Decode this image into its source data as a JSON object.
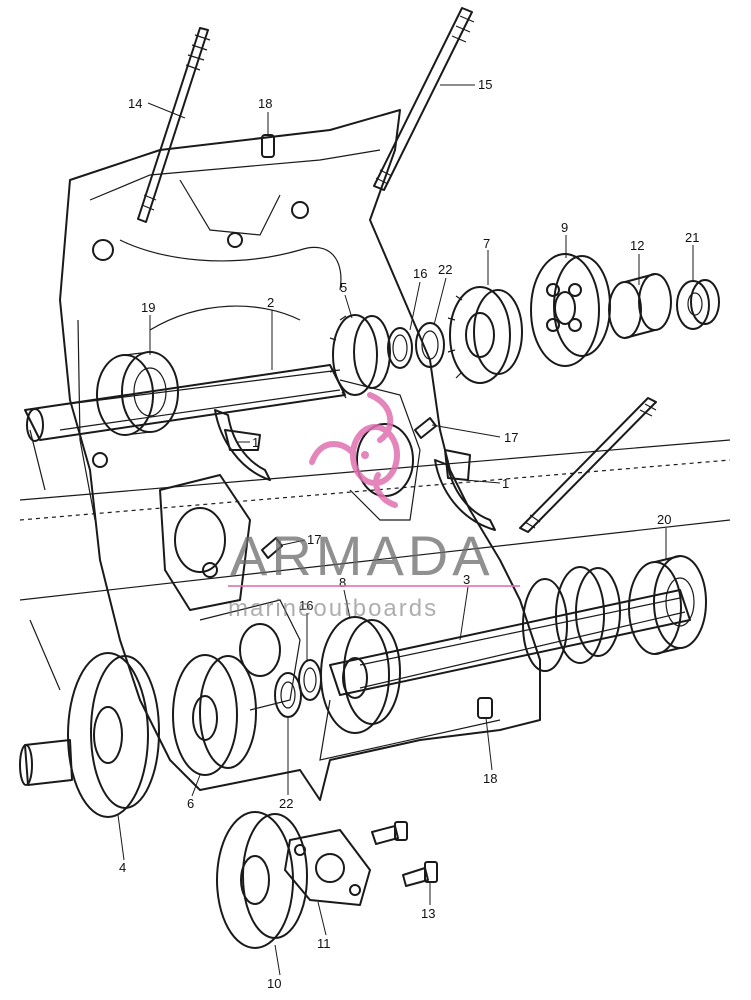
{
  "diagram": {
    "callouts": [
      {
        "id": "c14a",
        "text": "14"
      },
      {
        "id": "c18a",
        "text": "18"
      },
      {
        "id": "c15",
        "text": "15"
      },
      {
        "id": "c7",
        "text": "7"
      },
      {
        "id": "c9",
        "text": "9"
      },
      {
        "id": "c12",
        "text": "12"
      },
      {
        "id": "c21",
        "text": "21"
      },
      {
        "id": "c16a",
        "text": "16"
      },
      {
        "id": "c22a",
        "text": "22"
      },
      {
        "id": "c5",
        "text": "5"
      },
      {
        "id": "c19",
        "text": "19"
      },
      {
        "id": "c2",
        "text": "2"
      },
      {
        "id": "c1a",
        "text": "1"
      },
      {
        "id": "c17a",
        "text": "17"
      },
      {
        "id": "c1b",
        "text": "1"
      },
      {
        "id": "c20",
        "text": "20"
      },
      {
        "id": "c17b",
        "text": "17"
      },
      {
        "id": "c8",
        "text": "8"
      },
      {
        "id": "c16b",
        "text": "16"
      },
      {
        "id": "c3",
        "text": "3"
      },
      {
        "id": "c6",
        "text": "6"
      },
      {
        "id": "c22b",
        "text": "22"
      },
      {
        "id": "c18b",
        "text": "18"
      },
      {
        "id": "c4",
        "text": "4"
      },
      {
        "id": "c13",
        "text": "13"
      },
      {
        "id": "c11",
        "text": "11"
      },
      {
        "id": "c10",
        "text": "10"
      }
    ]
  },
  "watermark": {
    "brand": "ARMADA",
    "tagline": "marineoutboards",
    "color_pink": "#e070b0",
    "color_gray": "#6b6b6b"
  }
}
